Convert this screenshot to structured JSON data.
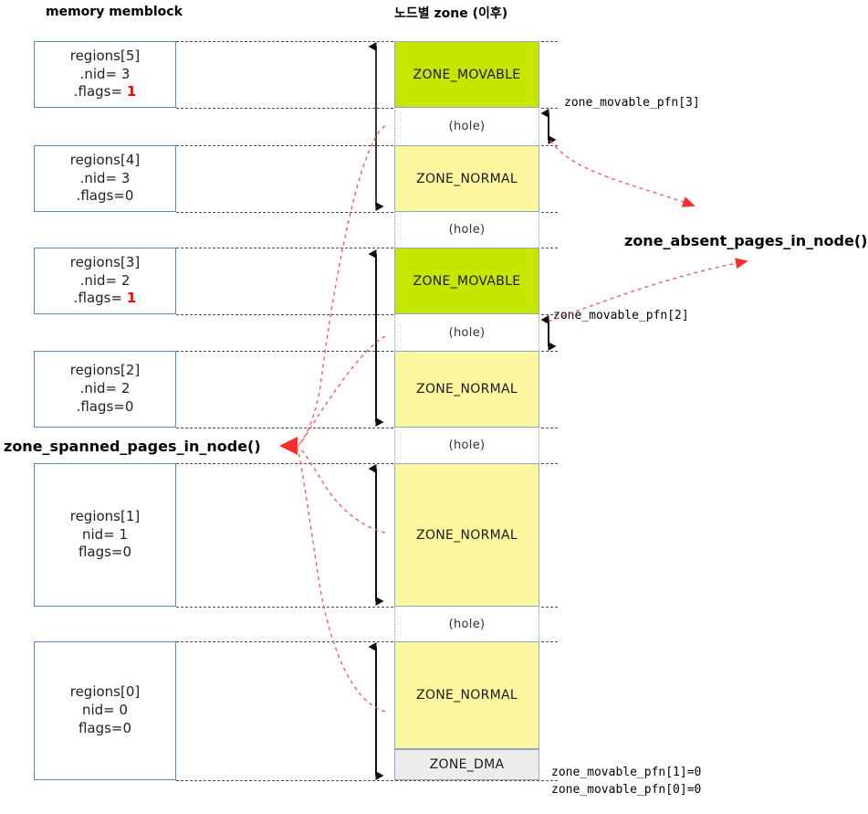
{
  "headings": {
    "left": "memory memblock",
    "right": "노드별 zone (이후)"
  },
  "memblock_regions": [
    {
      "name": "regions[5]",
      "nid": ".nid= 3",
      "flags_prefix": ".flags= ",
      "flags_value": "1",
      "flags_highlight": true
    },
    {
      "name": "regions[4]",
      "nid": ".nid= 3",
      "flags_prefix": ".flags=",
      "flags_value": "0",
      "flags_highlight": false
    },
    {
      "name": "regions[3]",
      "nid": ".nid= 2",
      "flags_prefix": ".flags= ",
      "flags_value": "1",
      "flags_highlight": true
    },
    {
      "name": "regions[2]",
      "nid": ".nid= 2",
      "flags_prefix": ".flags=",
      "flags_value": "0",
      "flags_highlight": false
    },
    {
      "name": "regions[1]",
      "nid": "nid= 1",
      "flags_prefix": "flags=",
      "flags_value": "0",
      "flags_highlight": false
    },
    {
      "name": "regions[0]",
      "nid": "nid= 0",
      "flags_prefix": "flags=",
      "flags_value": "0",
      "flags_highlight": false
    }
  ],
  "zone_blocks": [
    {
      "label": "ZONE_MOVABLE",
      "kind": "movable"
    },
    {
      "label": "(hole)",
      "kind": "hole"
    },
    {
      "label": "ZONE_NORMAL",
      "kind": "normal"
    },
    {
      "label": "(hole)",
      "kind": "hole"
    },
    {
      "label": "ZONE_MOVABLE",
      "kind": "movable"
    },
    {
      "label": "(hole)",
      "kind": "hole"
    },
    {
      "label": "ZONE_NORMAL",
      "kind": "normal"
    },
    {
      "label": "(hole)",
      "kind": "hole"
    },
    {
      "label": "ZONE_NORMAL",
      "kind": "normal"
    },
    {
      "label": "(hole)",
      "kind": "hole"
    },
    {
      "label": "ZONE_NORMAL",
      "kind": "normal"
    },
    {
      "label": "ZONE_DMA",
      "kind": "dma"
    }
  ],
  "annotations": {
    "movable_pfn_3": "zone_movable_pfn[3]",
    "movable_pfn_2": "zone_movable_pfn[2]",
    "movable_pfn_1": "zone_movable_pfn[1]=0",
    "movable_pfn_0": "zone_movable_pfn[0]=0",
    "absent_fn": "zone_absent_pages_in_node()",
    "spanned_fn": "zone_spanned_pages_in_node()"
  },
  "colors": {
    "movable": "#c6e600",
    "normal": "#fdf8a0",
    "dma": "#ececec",
    "box_border": "#5b85b7",
    "accent_red": "#ff2d2d",
    "flag_red": "#ff0000"
  }
}
